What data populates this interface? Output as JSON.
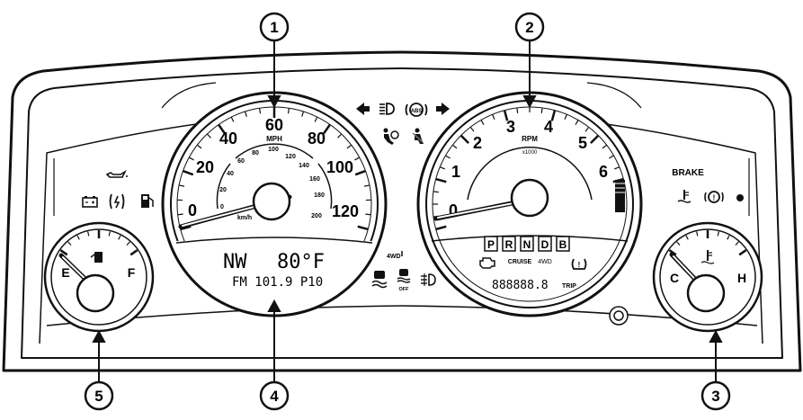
{
  "callouts": [
    "1",
    "2",
    "3",
    "4",
    "5"
  ],
  "speedometer": {
    "mph_labels": [
      "0",
      "20",
      "40",
      "60",
      "80",
      "100",
      "120"
    ],
    "mph_unit": "MPH",
    "kmh_labels": [
      "0",
      "20",
      "40",
      "60",
      "80",
      "100",
      "120",
      "140",
      "160",
      "180",
      "200"
    ],
    "kmh_unit": "km/h"
  },
  "tachometer": {
    "labels": [
      "0",
      "1",
      "2",
      "3",
      "4",
      "5",
      "6"
    ],
    "unit": "RPM",
    "multiplier": "x1000"
  },
  "display": {
    "compass": "NW",
    "temperature": "80°F",
    "radio": "FM 101.9 P10"
  },
  "gear_indicator": {
    "gears": [
      "P",
      "R",
      "N",
      "D",
      "B"
    ],
    "cruise": "CRUISE",
    "four_wd": "4WD"
  },
  "odometer": {
    "digits": "888888.8",
    "trip_label": "TRIP"
  },
  "fuel_gauge": {
    "empty_label": "E",
    "full_label": "F"
  },
  "temp_gauge": {
    "cold_label": "C",
    "hot_label": "H"
  },
  "warnings": {
    "brake": "BRAKE",
    "four_wd_lamp": "4WD",
    "off_label": "OFF",
    "abs_text": "ABS"
  },
  "icons": [
    "left-turn-signal-icon",
    "headlight-high-beam-icon",
    "abs-warning-icon",
    "right-turn-signal-icon",
    "airbag-warning-icon",
    "seatbelt-reminder-icon",
    "oil-pressure-icon",
    "battery-charge-icon",
    "electronic-throttle-icon",
    "fuel-door-icon",
    "brake-coolant-icon",
    "tire-pressure-icon",
    "check-engine-icon",
    "esc-icon",
    "esc-off-icon",
    "front-fog-icon",
    "reset-button-icon"
  ]
}
